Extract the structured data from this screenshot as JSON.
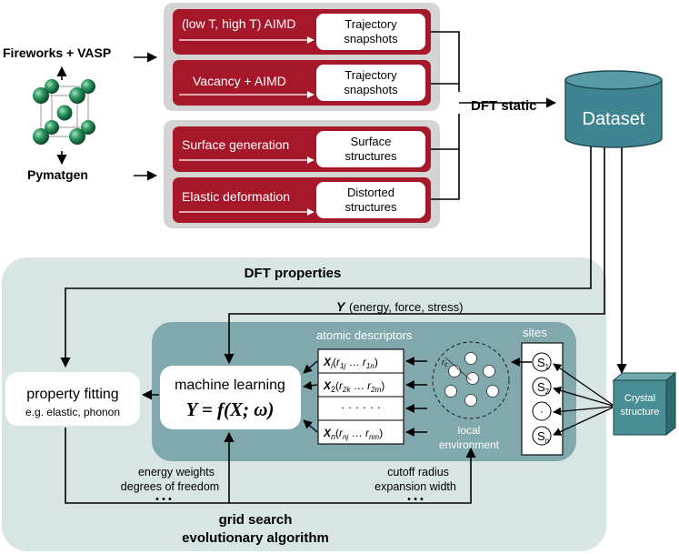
{
  "inputs": {
    "fireworks": "Fireworks + VASP",
    "pymatgen": "Pymatgen"
  },
  "top_groups": {
    "aimd_rows": [
      {
        "process": "(low T, high T) AIMD",
        "output_line1": "Trajectory",
        "output_line2": "snapshots"
      },
      {
        "process": "Vacancy + AIMD",
        "output_line1": "Trajectory",
        "output_line2": "snapshots"
      }
    ],
    "structure_rows": [
      {
        "process": "Surface generation",
        "output_line1": "Surface",
        "output_line2": "structures"
      },
      {
        "process": "Elastic deformation",
        "output_line1": "Distorted",
        "output_line2": "structures"
      }
    ]
  },
  "dft_static": "DFT static",
  "dataset": "Dataset",
  "crystal": {
    "line1": "Crystal",
    "line2": "structure"
  },
  "bottom": {
    "dft_properties": "DFT properties",
    "y_symbol": "Y",
    "y_desc": "(energy, force, stress)",
    "atomic_descriptors": "atomic descriptors",
    "sites": "sites",
    "site_labels": [
      "S",
      "S",
      "S"
    ],
    "site_subs": [
      "1",
      "2",
      "n"
    ],
    "site_dots": "·",
    "ml_title": "machine learning",
    "ml_formula": "Y = f(X; ω)",
    "descriptor_rows": [
      {
        "x": "X",
        "xsub": "i",
        "r1": "r",
        "r1sub": "1j",
        "mid": " … ",
        "r2": "r",
        "r2sub": "1n"
      },
      {
        "x": "X",
        "xsub": "2",
        "r1": "r",
        "r1sub": "2k",
        "mid": " … ",
        "r2": "r",
        "r2sub": "2m"
      },
      {
        "x": "X",
        "xsub": "n",
        "r1": "r",
        "r1sub": "nj",
        "mid": " … ",
        "r2": "r",
        "r2sub": "nm"
      }
    ],
    "descriptor_dots": "· · · · · ·",
    "rc": "r",
    "rc_sub": "c",
    "local_env_line1": "local",
    "local_env_line2": "environment",
    "property_fitting": "property fitting",
    "property_fitting_sub": "e.g. elastic, phonon",
    "energy_weights": "energy weights",
    "degrees_freedom": "degrees of freedom",
    "cutoff_radius": "cutoff radius",
    "expansion_width": "expansion width",
    "ellipsis": "•  •  •",
    "grid_search": "grid search",
    "evolutionary": "evolutionary algorithm"
  },
  "colors": {
    "red": "#a7172a",
    "panel_gray": "#d4d4d4",
    "teal_bg": "#d7e5e5",
    "teal_box": "#80a8ad",
    "dataset": "#3f8591",
    "crystal": "#4a8e95"
  }
}
